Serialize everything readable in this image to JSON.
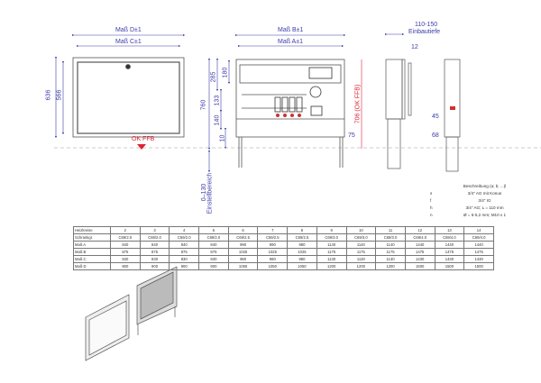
{
  "front_view": {
    "dim_d": "Maß D±1",
    "dim_c": "Maß C±1",
    "height_outer": "636",
    "height_inner": "566",
    "ok_ffb": "OK FFB"
  },
  "open_view": {
    "dim_b": "Maß B±1",
    "dim_a": "Maß A±1",
    "h_760": "760",
    "h_285": "285",
    "h_180": "180",
    "h_133": "133",
    "h_140": "140",
    "h_10": "10",
    "h_706": "706 (OK FFB)",
    "w_75": "75",
    "adjust": "0–130",
    "adjust_label": "Einstellbereich"
  },
  "side_view": {
    "depth": "110-150",
    "depth_label": "Einbautiefe",
    "d_12": "12",
    "d_45": "45",
    "d_68": "68"
  },
  "legend": {
    "header": "Beschreibung (a; b; ...)l",
    "rows": [
      {
        "key": "s",
        "value": "3/4\" AG mit Konus"
      },
      {
        "key": "f",
        "value": "3/4\" IG"
      },
      {
        "key": "h",
        "value": "3/4\" AG; L = 110 mm"
      },
      {
        "key": "n",
        "value": "Ø = 5-5,2 mm; M10 x 1"
      }
    ]
  },
  "colors": {
    "dimension": "#3b3ba8",
    "ffb": "#dd2233"
  },
  "table": {
    "rows": [
      [
        "Heizkreise",
        "2",
        "3",
        "4",
        "5",
        "6",
        "7",
        "8",
        "9",
        "10",
        "11",
        "12",
        "13",
        "14"
      ],
      [
        "Schrankgr.",
        "C69/2.0",
        "C69/2.0",
        "C69/2.0",
        "C69/2.0",
        "C69/2.5",
        "C69/2.5",
        "C69/2.5",
        "C69/3.0",
        "C69/3.0",
        "C69/3.0",
        "C69/4.0",
        "C69/4.0",
        "C69/4.0"
      ],
      [
        "Maß A",
        "840",
        "840",
        "840",
        "840",
        "990",
        "990",
        "990",
        "1140",
        "1140",
        "1140",
        "1440",
        "1440",
        "1440"
      ],
      [
        "Maß B",
        "875",
        "875",
        "875",
        "875",
        "1025",
        "1025",
        "1025",
        "1175",
        "1175",
        "1175",
        "1475",
        "1475",
        "1475"
      ],
      [
        "Maß C",
        "830",
        "830",
        "830",
        "830",
        "980",
        "980",
        "980",
        "1130",
        "1130",
        "1130",
        "1430",
        "1430",
        "1430"
      ],
      [
        "Maß D",
        "900",
        "900",
        "900",
        "900",
        "1050",
        "1050",
        "1050",
        "1200",
        "1200",
        "1200",
        "1500",
        "1500",
        "1500"
      ]
    ]
  }
}
